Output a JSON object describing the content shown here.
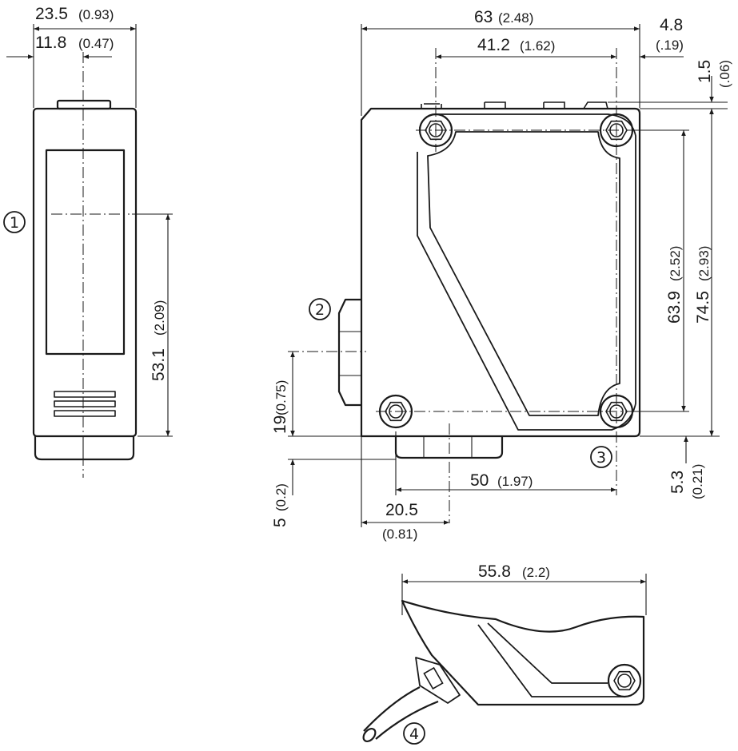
{
  "side_view": {
    "width": {
      "mm": "23.5",
      "in": "(0.93)"
    },
    "half_width": {
      "mm": "11.8",
      "in": "(0.47)"
    },
    "optical_axis": {
      "mm": "53.1",
      "in": "(2.09)"
    },
    "callout": "1"
  },
  "front_view": {
    "width": {
      "mm": "63",
      "in": "(2.48)"
    },
    "hole_spacing_x": {
      "mm": "41.2",
      "in": "(1.62)"
    },
    "right_offset": {
      "mm": "4.8",
      "in": "(.19)"
    },
    "top_offset": {
      "mm": "1.5",
      "in": "(.06)"
    },
    "hole_spacing_y": {
      "mm": "63.9",
      "in": "(2.52)"
    },
    "height": {
      "mm": "74.5",
      "in": "(2.93)"
    },
    "nut_height": {
      "mm": "19",
      "in": "(0.75)"
    },
    "connector_offset": {
      "mm": "5",
      "in": "(0.2)"
    },
    "connector_distance": {
      "mm": "50",
      "in": "(1.97)"
    },
    "connector_x": {
      "mm": "20.5",
      "in": "(0.81)"
    },
    "bottom_offset": {
      "mm": "5.3",
      "in": "(0.21)"
    },
    "callout_2": "2",
    "callout_3": "3"
  },
  "cable_view": {
    "width": {
      "mm": "55.8",
      "in": "(2.2)"
    },
    "callout": "4"
  }
}
